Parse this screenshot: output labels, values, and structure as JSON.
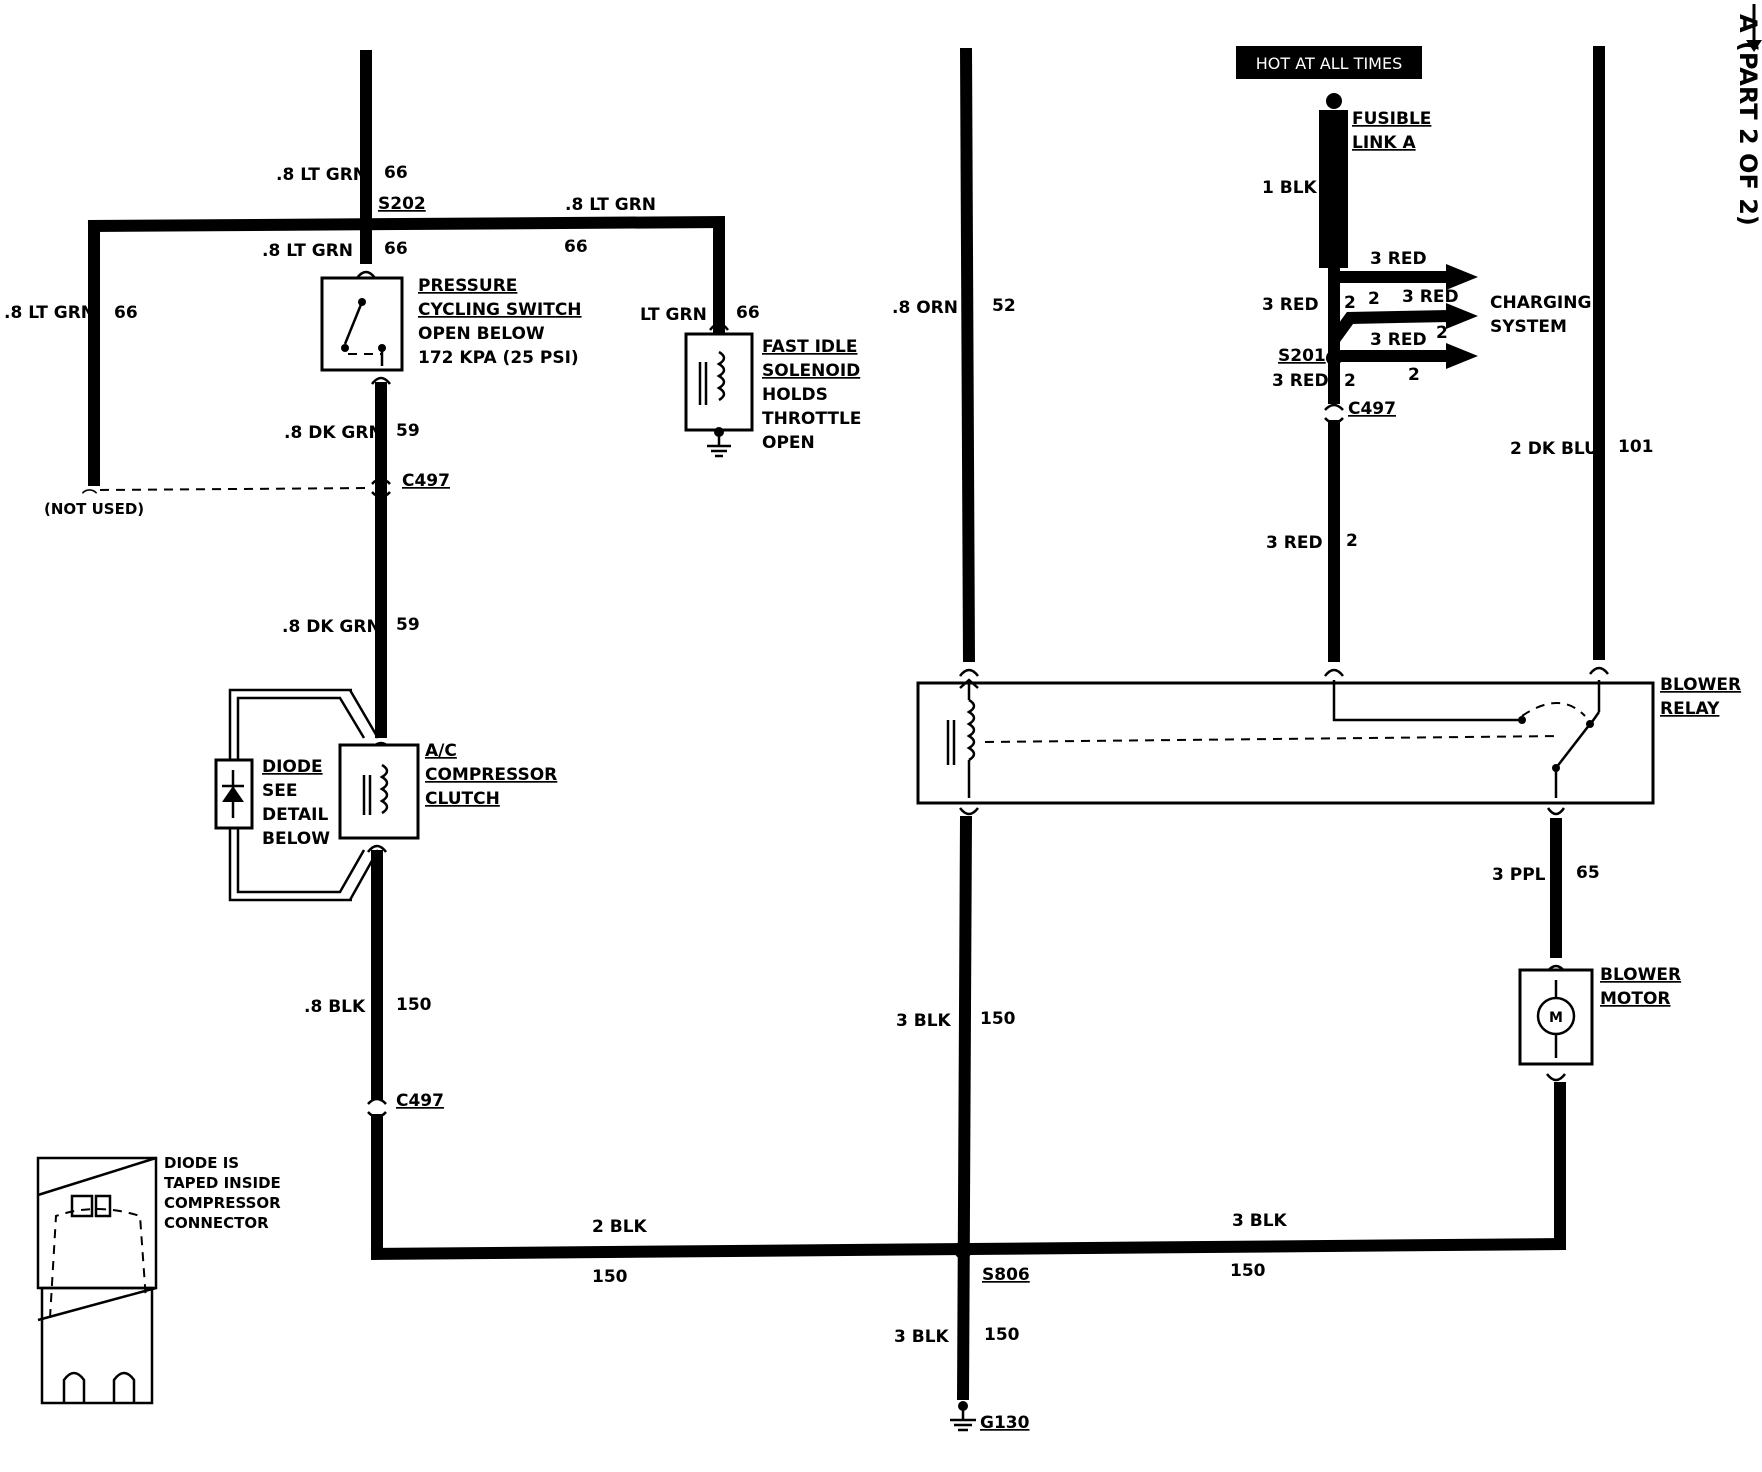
{
  "header": {
    "hot_at_all_times": "HOT AT ALL TIMES",
    "side_ref": "A (PART 2 OF 2)"
  },
  "components": {
    "pressure_switch": [
      "PRESSURE",
      "CYCLING SWITCH",
      "OPEN BELOW",
      "172 KPA (25 PSI)"
    ],
    "fast_idle_solenoid": [
      "FAST IDLE",
      "SOLENOID",
      "HOLDS",
      "THROTTLE",
      "OPEN"
    ],
    "diode": [
      "DIODE",
      "SEE",
      "DETAIL",
      "BELOW"
    ],
    "ac_clutch": [
      "A/C",
      "COMPRESSOR",
      "CLUTCH"
    ],
    "fusible_link": [
      "FUSIBLE",
      "LINK A"
    ],
    "charging_system": [
      "CHARGING",
      "SYSTEM"
    ],
    "blower_relay": [
      "BLOWER",
      "RELAY"
    ],
    "blower_motor": [
      "BLOWER",
      "MOTOR"
    ],
    "motor_symbol": "M",
    "diode_detail": [
      "DIODE IS",
      "TAPED INSIDE",
      "COMPRESSOR",
      "CONNECTOR"
    ]
  },
  "connectors": {
    "s202": "S202",
    "s201": "S201",
    "s806": "S806",
    "g130": "G130",
    "c497": "C497",
    "not_used": "(NOT USED)"
  },
  "wires": {
    "lt_grn_8": ".8 LT GRN",
    "lt_grn": "LT GRN",
    "circuit_66": "66",
    "dk_grn_8": ".8 DK GRN",
    "circuit_59": "59",
    "blk_8": ".8 BLK",
    "circuit_150": "150",
    "blk_2": "2 BLK",
    "blk_3": "3 BLK",
    "orn_8": ".8 ORN",
    "circuit_52": "52",
    "blk_1": "1 BLK",
    "red_3": "3 RED",
    "circuit_2": "2",
    "dk_blu_2": "2 DK BLU",
    "circuit_101": "101",
    "ppl_3": "3 PPL",
    "circuit_65": "65"
  }
}
